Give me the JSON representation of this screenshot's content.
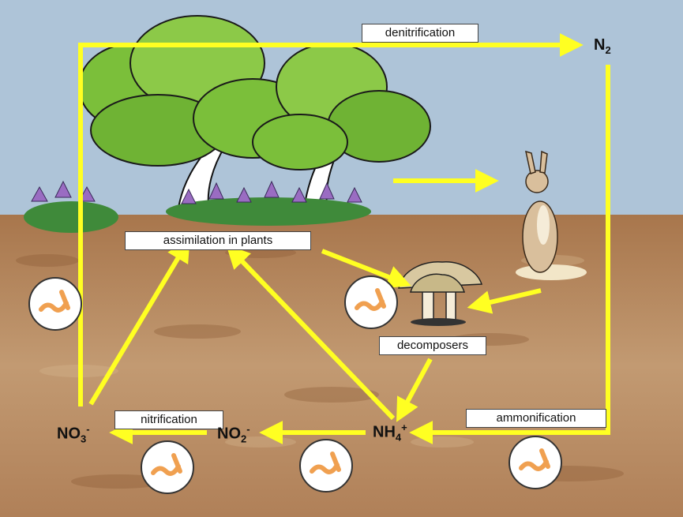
{
  "labels": {
    "denitrification": "denitrification",
    "assimilation": "assimilation in plants",
    "decomposers": "decomposers",
    "nitrification": "nitrification",
    "ammonification": "ammonification"
  },
  "chemicals": {
    "n2": {
      "base": "N",
      "sub": "2",
      "sup": ""
    },
    "no3": {
      "base": "NO",
      "sub": "3",
      "sup": "-"
    },
    "no2": {
      "base": "NO",
      "sub": "2",
      "sup": "-"
    },
    "nh4": {
      "base": "NH",
      "sub": "4",
      "sup": "+"
    }
  },
  "colors": {
    "arrow": "#ffff22",
    "sky": "#aec4d8",
    "soil": "#b98a60",
    "foliage": "#7bbf3a",
    "flower": "#9a6cc2",
    "bacteria": "#f0a050"
  },
  "icons": [
    "tree-icon",
    "flower-icon",
    "rabbit-icon",
    "mushroom-icon",
    "bacteria-icon"
  ]
}
